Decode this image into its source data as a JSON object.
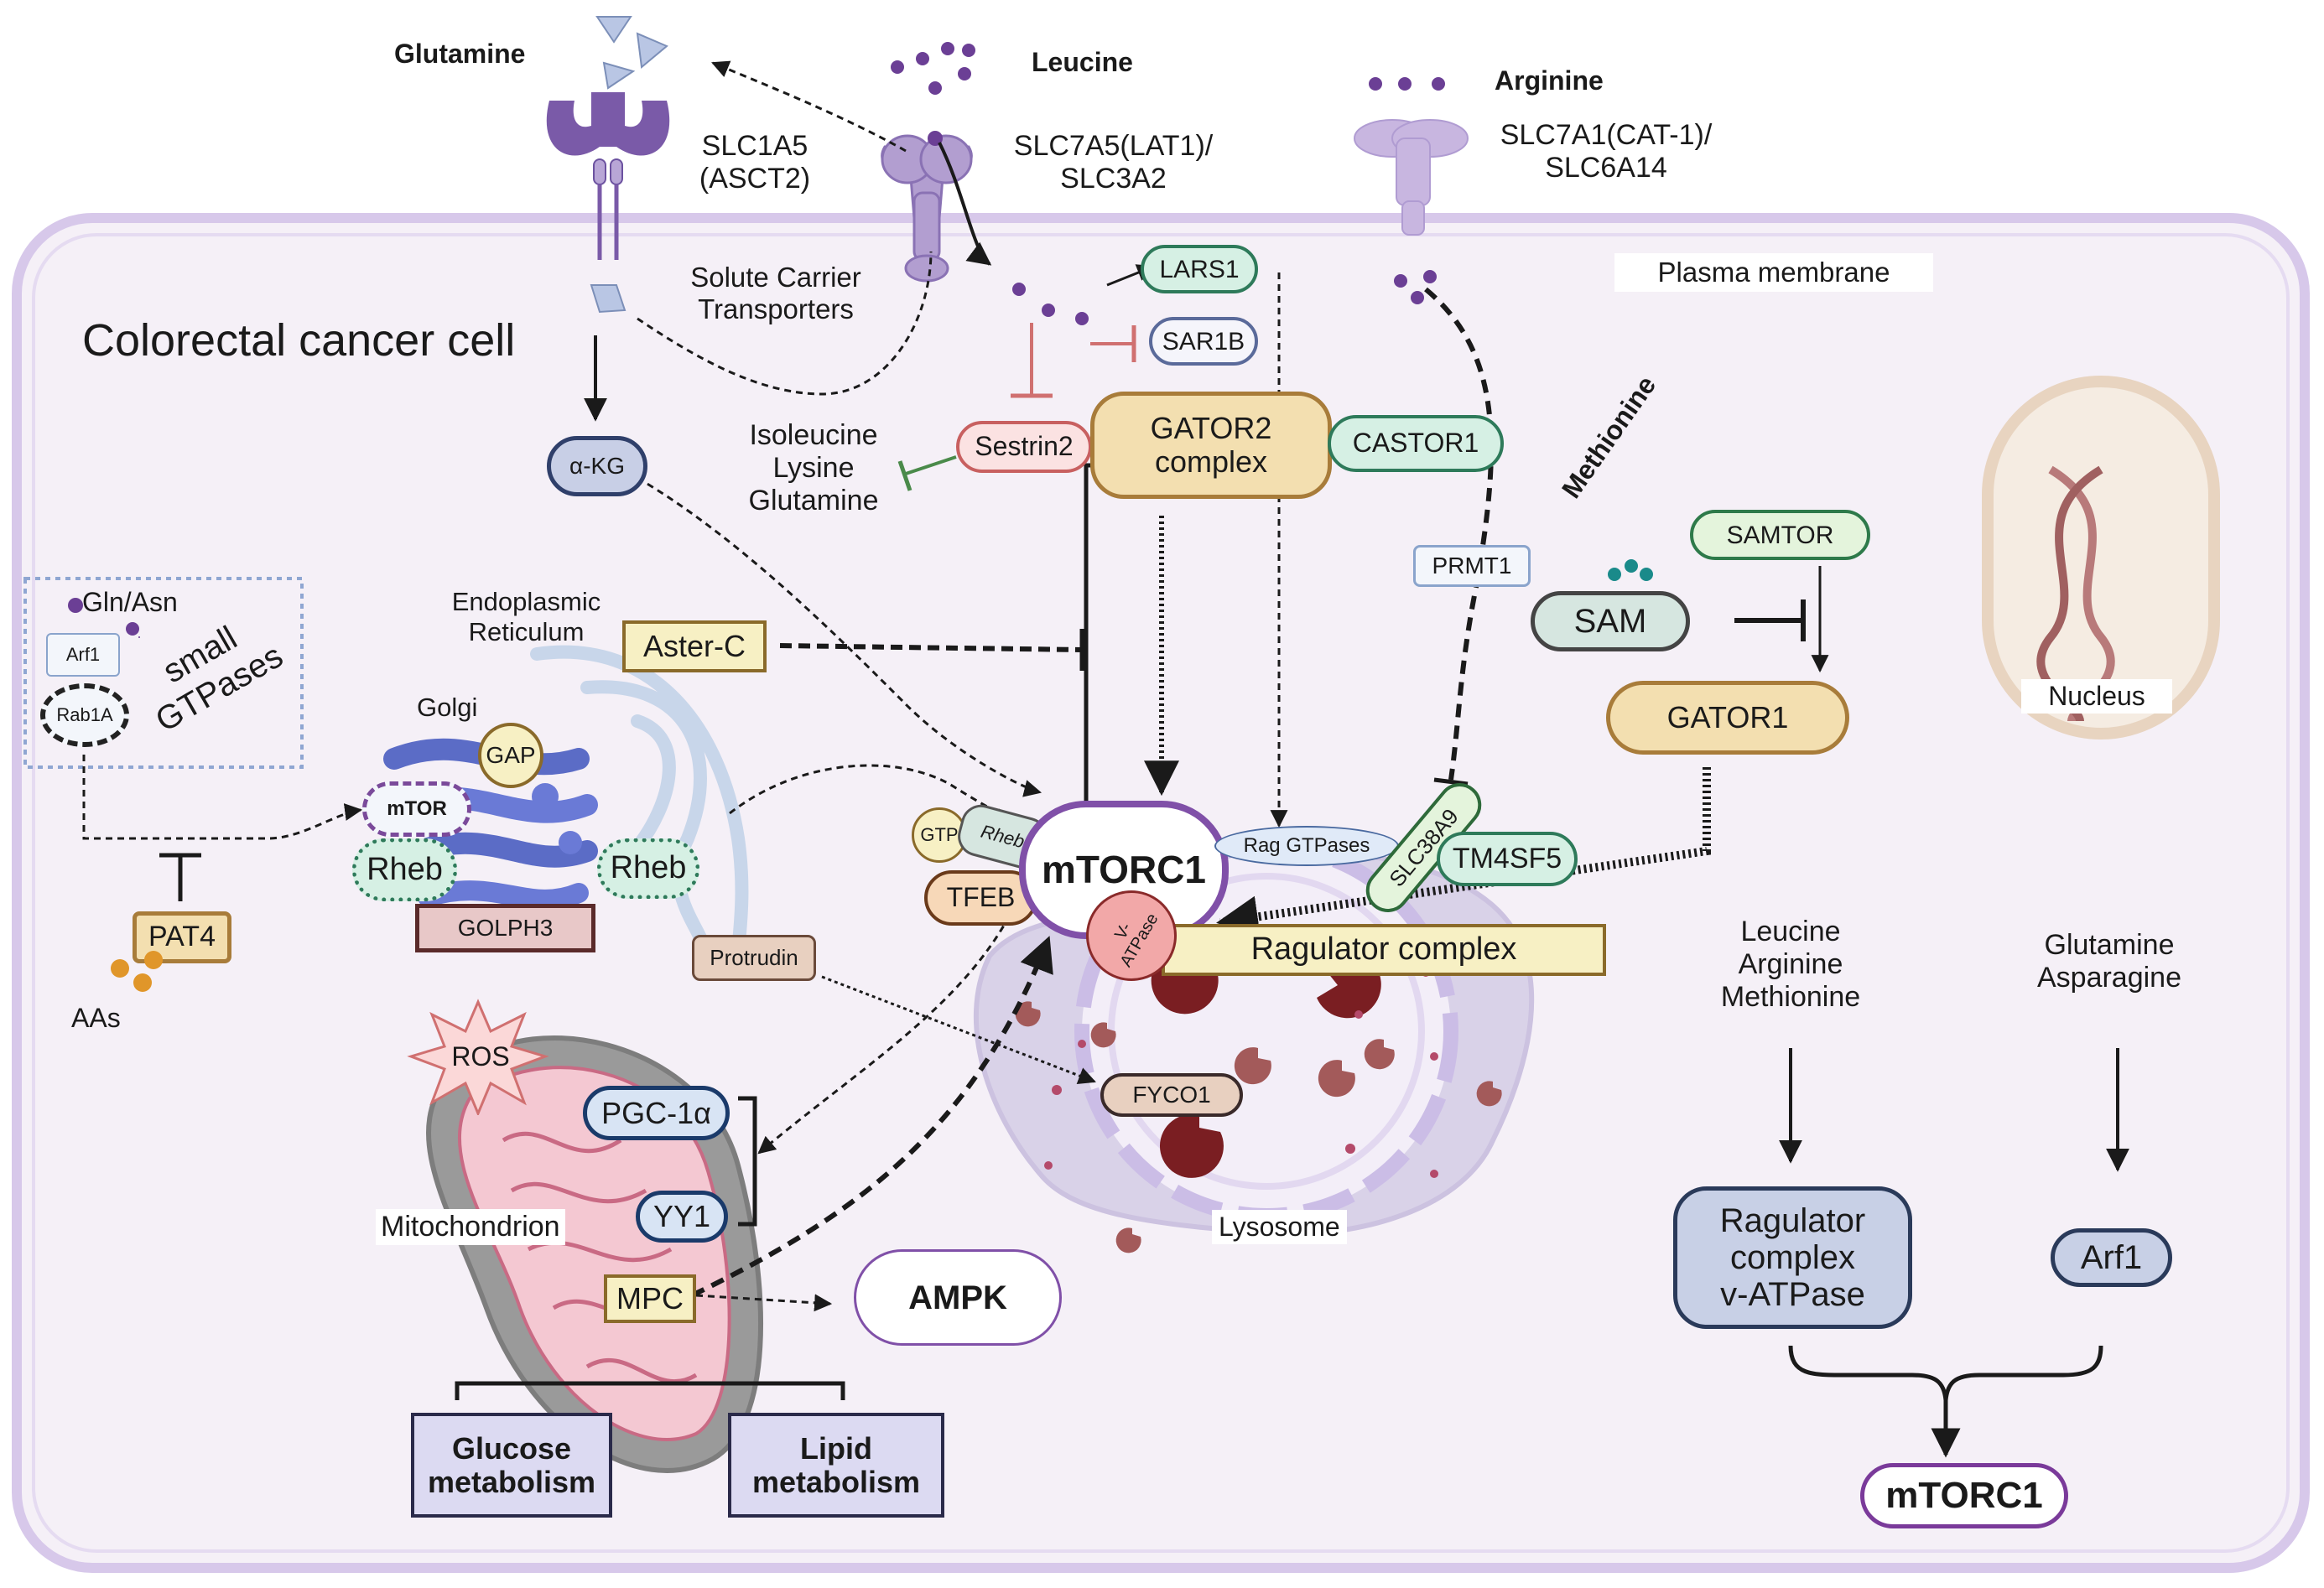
{
  "title": "Colorectal cancer cell",
  "amino_acids": {
    "glutamine": "Glutamine",
    "leucine": "Leucine",
    "arginine": "Arginine",
    "methionine": "Methionine"
  },
  "transporters": {
    "slc1a5": "SLC1A5\n(ASCT2)",
    "slc7a5": "SLC7A5(LAT1)/\nSLC3A2",
    "slc7a1": "SLC7A1(CAT-1)/\nSLC6A14",
    "solute_carrier": "Solute Carrier\nTransporters"
  },
  "labels": {
    "plasma_membrane": "Plasma membrane",
    "isoleucine_list": "Isoleucine\nLysine\nGlutamine",
    "gln_asn": "Gln/Asn",
    "small_gtpases": "small\nGTPases",
    "er": "Endoplasmic\nReticulum",
    "golgi": "Golgi",
    "aas": "AAs",
    "mitochondrion": "Mitochondrion",
    "lysosome": "Lysosome",
    "nucleus": "Nucleus",
    "leu_arg_met": "Leucine\nArginine\nMethionine",
    "gln_asp": "Glutamine\nAsparagine"
  },
  "nodes": {
    "akg": "α-KG",
    "lars1": "LARS1",
    "sar1b": "SAR1B",
    "sestrin2": "Sestrin2",
    "gator2": "GATOR2\ncomplex",
    "castor1": "CASTOR1",
    "prmt1": "PRMT1",
    "sam": "SAM",
    "samtor": "SAMTOR",
    "gator1": "GATOR1",
    "aster_c": "Aster-C",
    "arf1_small": "Arf1",
    "rab1a": "Rab1A",
    "mtor_small": "mTOR",
    "gap": "GAP",
    "rheb_golgi": "Rheb",
    "rheb_er": "Rheb",
    "golph3": "GOLPH3",
    "pat4": "PAT4",
    "gtp": "GTP",
    "rheb_lyso": "Rheb",
    "tfeb": "TFEB",
    "mtorc1": "mTORC1",
    "rag_gtpases": "Rag GTPases",
    "slc38a9": "SLC38A9",
    "tm4sf5": "TM4SF5",
    "v_atpase": "V-\nATPase",
    "ragulator": "Ragulator complex",
    "protrudin": "Protrudin",
    "fyco1": "FYCO1",
    "ros": "ROS",
    "pgc1a": "PGC-1α",
    "yy1": "YY1",
    "mpc": "MPC",
    "ampk": "AMPK",
    "glucose": "Glucose\nmetabolism",
    "lipid": "Lipid\nmetabolism",
    "ragulator_vatpase": "Ragulator\ncomplex\nv-ATPase",
    "arf1_right": "Arf1",
    "mtorc1_right": "mTORC1"
  },
  "colors": {
    "cell_fill": "#f4eff6",
    "membrane": "#cbb8e4",
    "transporter": "#8a6bb5",
    "mtor_purple": "#8050a8",
    "gator_fill": "#f3dfb0",
    "gator_stroke": "#a87c3a",
    "green_fill": "#d6f0e4",
    "green_stroke": "#2e7a5a",
    "red_stroke": "#d07070",
    "blue_node": "#c8cfe6",
    "mito_gray": "#9a9a9a",
    "lysosome": "#8b2a2a"
  }
}
